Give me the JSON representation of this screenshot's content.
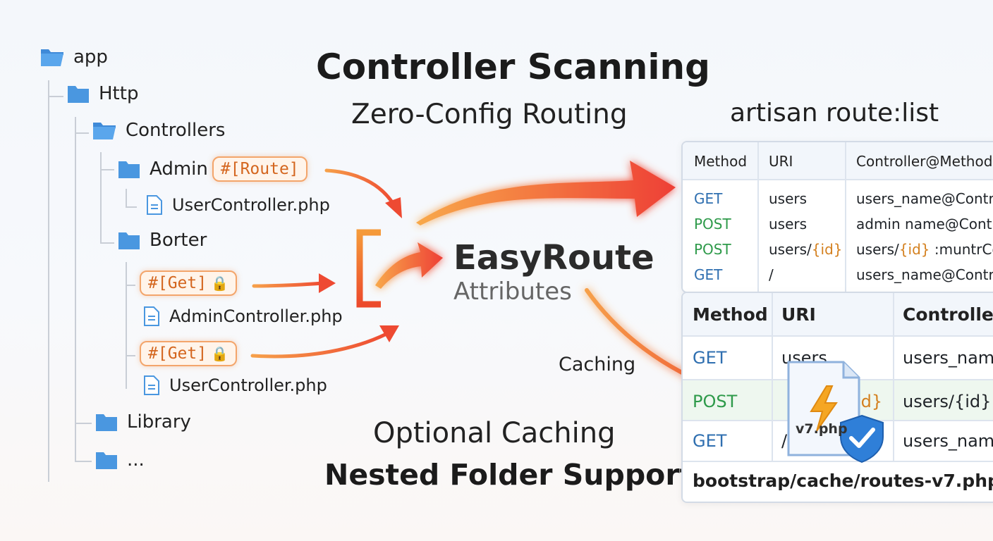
{
  "title": "Controller Scanning",
  "subtitle": "Zero-Config Routing",
  "artisan_title": "artisan route:list",
  "brand": {
    "name": "EasyRoute",
    "sub": "Attributes"
  },
  "caching_label": "Caching",
  "features": {
    "optional": "Optional Caching",
    "nested": "Nested Folder Support"
  },
  "tree": {
    "app": "app",
    "http": "Http",
    "controllers": "Controllers",
    "admin": "Admin",
    "admin_tag": "#[Route]",
    "admin_file": "UserController.php",
    "borter": "Borter",
    "get_tag": "#[Get]",
    "admin_controller_file": "AdminController.php",
    "get_tag2": "#[Get]",
    "user_controller_file": "UserController.php",
    "library": "Library",
    "more": "..."
  },
  "route_table": {
    "headers": [
      "Method",
      "URI",
      "Controller@Method"
    ],
    "rows": [
      {
        "method": "GET",
        "uri": "users",
        "uri_param": "",
        "controller": "users_name@Contr",
        "controller_param": "",
        "controller_tail": ""
      },
      {
        "method": "POST",
        "uri": "users",
        "uri_param": "",
        "controller": "admin name@Contr",
        "controller_param": "",
        "controller_tail": ""
      },
      {
        "method": "POST",
        "uri": "users/",
        "uri_param": "{id}",
        "controller": "users/",
        "controller_param": "{id}",
        "controller_tail": " :muntrCon"
      },
      {
        "method": "GET",
        "uri": "/",
        "uri_param": "",
        "controller": "users_name@Contr",
        "controller_param": "",
        "controller_tail": ""
      }
    ]
  },
  "cache_table": {
    "headers": [
      "Method",
      "URI",
      "Controllere"
    ],
    "rows": [
      {
        "method": "GET",
        "uri": "users",
        "controller": "users_nam"
      },
      {
        "method": "POST",
        "uri": "id}",
        "controller": "users/{id}"
      },
      {
        "method": "GET",
        "uri": "/",
        "controller": "users_nam"
      }
    ],
    "footer": "bootstrap/cache/routes-v7.php"
  },
  "cache_file": {
    "name": "v7.php",
    "icon": "lightning-bolt-icon",
    "badge": "shield-check-icon"
  },
  "colors": {
    "accent": "#f0642e",
    "arrow_light": "#f7a24a",
    "folder": "#4a97e0",
    "get": "#2f6fb0",
    "post": "#2e9a4a",
    "param": "#d4801f"
  }
}
